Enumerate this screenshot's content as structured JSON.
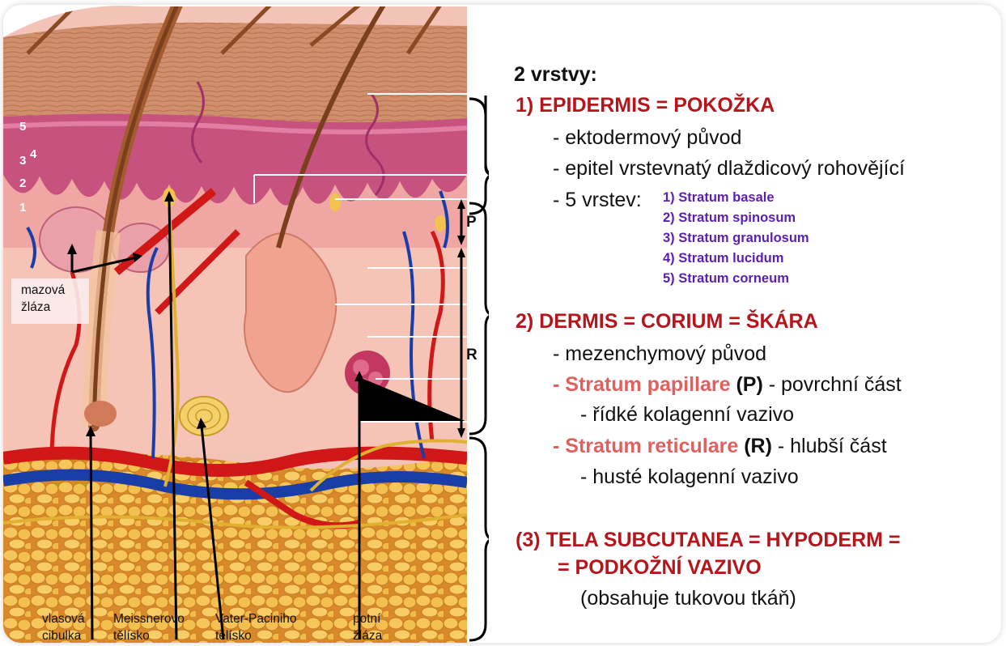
{
  "layer_numbers": [
    "5",
    "3",
    "4",
    "2",
    "1"
  ],
  "labels": {
    "mazova_zlaza": [
      "mazová",
      "žláza"
    ],
    "vlasova_cibulka": [
      "vlasová",
      "cibulka"
    ],
    "meissnerovo": [
      "Meissnerovo",
      "tělísko"
    ],
    "vater_pacini": [
      "Vater-Paciniho",
      "tělísko"
    ],
    "potni_zlaza": [
      "potní",
      "žláza"
    ]
  },
  "brace_letters": {
    "p": "P",
    "r": "R"
  },
  "text": {
    "intro": "2 vrstvy:",
    "epidermis_title": "1) EPIDERMIS = POKOŽKA",
    "epi_1": "- ektodermový původ",
    "epi_2": "- epitel vrstevnatý dlaždicový rohovějící",
    "epi_3": "- 5 vrstev:",
    "strata": [
      "1) Stratum basale",
      "2) Stratum spinosum",
      "3) Stratum granulosum",
      "4) Stratum lucidum",
      "5) Stratum corneum"
    ],
    "dermis_title": "2) DERMIS = CORIUM = ŠKÁRA",
    "der_1": "- mezenchymový původ",
    "papillare_name": "- Stratum papillare",
    "papillare_abbr": "(P)",
    "papillare_desc": " - povrchní část",
    "papillare_sub": "- řídké kolagenní vazivo",
    "reticulare_name": "- Stratum reticulare",
    "reticulare_abbr": "(R)",
    "reticulare_desc": " - hlubší část",
    "reticulare_sub": "- husté kolagenní vazivo",
    "tela_title_1": "(3) TELA SUBCUTANEA = HYPODERM =",
    "tela_title_2": "= PODKOŽNÍ VAZIVO",
    "tela_sub": "(obsahuje tukovou tkáň)"
  },
  "colors": {
    "heading_red": "#b5161b",
    "subtitle_pink": "#e06060",
    "strata_purple": "#5b1fb0",
    "epidermis_tan": "#c98a66",
    "dermis_pink": "#f1b7b0",
    "fat_yellow": "#f0c050",
    "artery_red": "#d01818",
    "vein_blue": "#1a3ea8"
  }
}
